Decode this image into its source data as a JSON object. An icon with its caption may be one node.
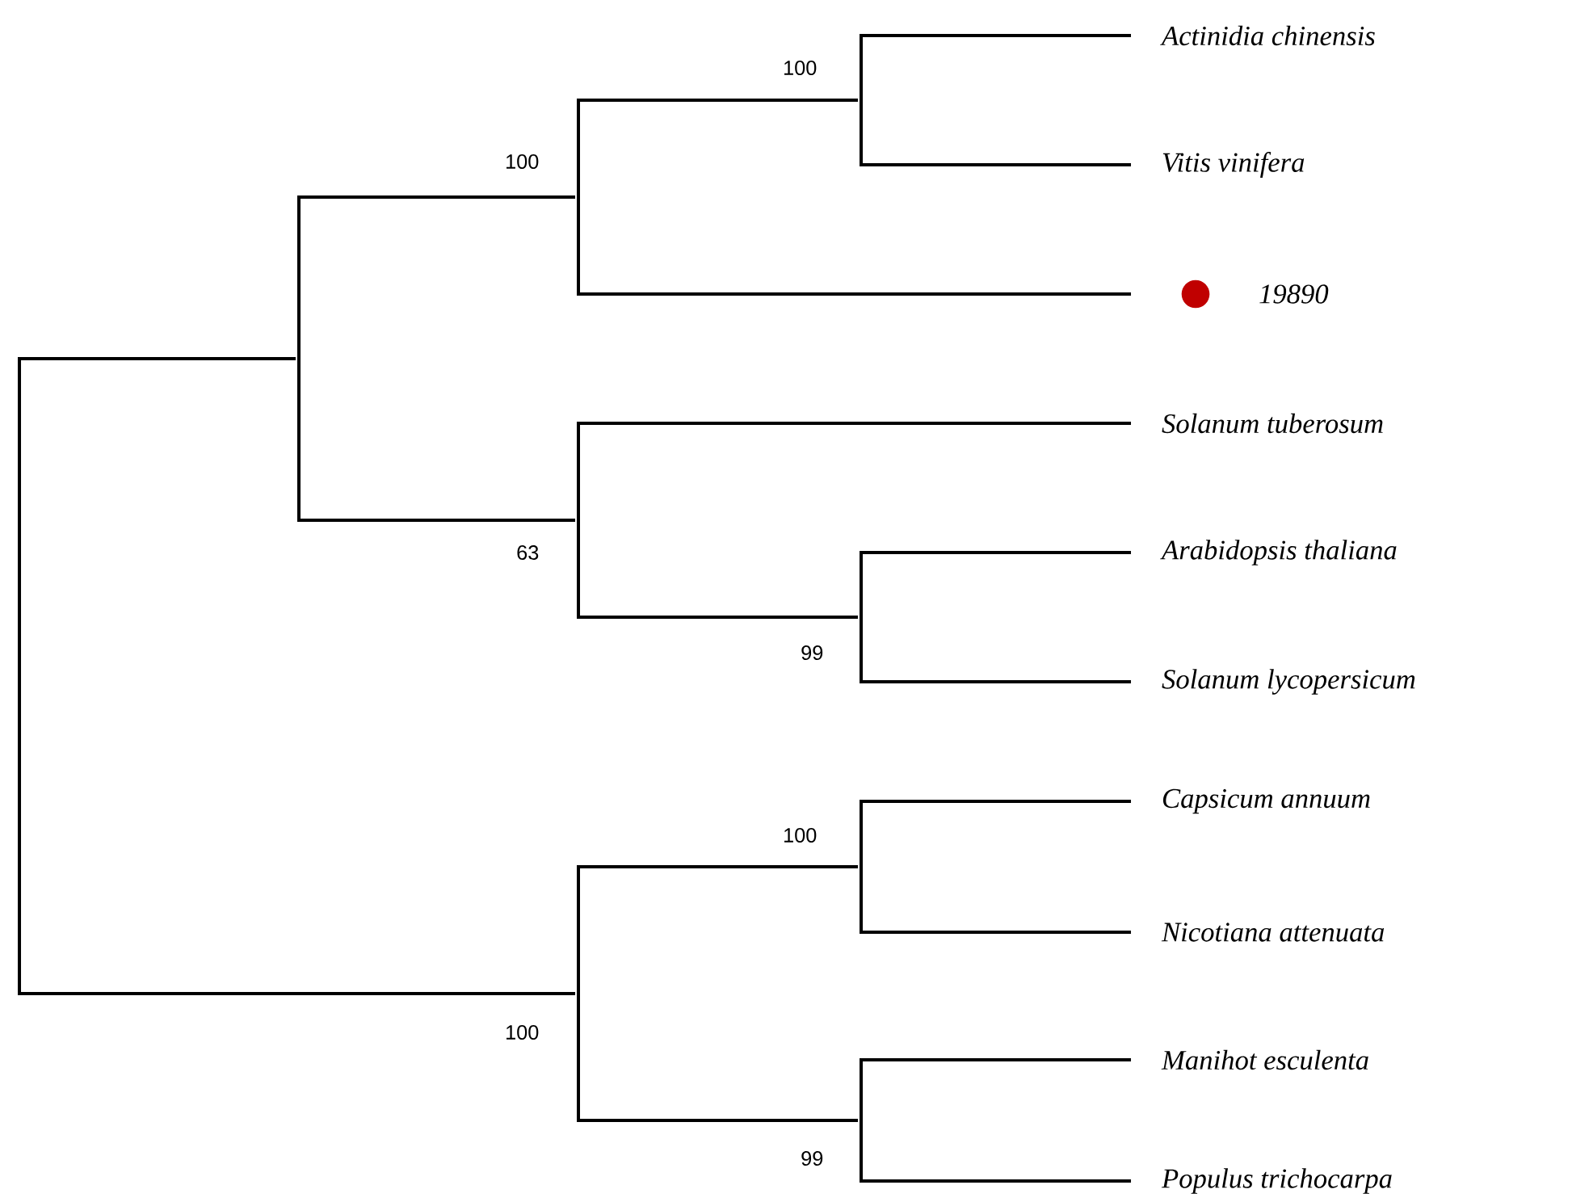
{
  "diagram": {
    "nodes": [
      {
        "text": [
          "Actinidia chinensis"
        ]
      },
      {
        "text": [
          "Vitis vinifera"
        ]
      },
      {
        "text": [
          "19890"
        ]
      },
      {
        "text": [
          "Solanum tuberosum"
        ]
      },
      {
        "text": [
          "Arabidopsis thaliana"
        ]
      },
      {
        "text": [
          "Solanum lycopersicum"
        ]
      },
      {
        "text": [
          "Capsicum annuum"
        ]
      },
      {
        "text": [
          "Nicotiana attenuata"
        ]
      },
      {
        "text": [
          "Manihot esculenta"
        ]
      },
      {
        "text": [
          "Populus trichocarpa"
        ]
      },
      {
        "text": [],
        "shape": "bar"
      },
      {
        "text": [],
        "shape": "bar"
      },
      {
        "text": [],
        "shape": "bar",
        "beside": [
          "100"
        ]
      },
      {
        "text": [],
        "shape": "bar",
        "beside": [
          "100"
        ]
      },
      {
        "text": [],
        "shape": "bar",
        "beside": [
          "63"
        ]
      },
      {
        "text": [],
        "shape": "bar",
        "beside": [
          "99"
        ]
      },
      {
        "text": [],
        "shape": "bar",
        "beside": [
          "100"
        ]
      },
      {
        "text": [],
        "shape": "bar",
        "beside": [
          "100"
        ]
      },
      {
        "text": [],
        "shape": "bar",
        "beside": [
          "99"
        ]
      }
    ],
    "edges": [
      {
        "from": 10,
        "to": 11,
        "arrow": "none"
      },
      {
        "from": 10,
        "to": 16,
        "arrow": "none"
      },
      {
        "from": 11,
        "to": 12,
        "arrow": "none"
      },
      {
        "from": 11,
        "to": 14,
        "arrow": "none"
      },
      {
        "from": 12,
        "to": 13,
        "arrow": "none"
      },
      {
        "from": 12,
        "to": 2,
        "arrow": "none"
      },
      {
        "from": 13,
        "to": 0,
        "arrow": "none"
      },
      {
        "from": 13,
        "to": 1,
        "arrow": "none"
      },
      {
        "from": 14,
        "to": 3,
        "arrow": "none"
      },
      {
        "from": 14,
        "to": 15,
        "arrow": "none"
      },
      {
        "from": 15,
        "to": 4,
        "arrow": "none"
      },
      {
        "from": 15,
        "to": 5,
        "arrow": "none"
      },
      {
        "from": 16,
        "to": 17,
        "arrow": "none"
      },
      {
        "from": 16,
        "to": 18,
        "arrow": "none"
      },
      {
        "from": 17,
        "to": 6,
        "arrow": "none"
      },
      {
        "from": 17,
        "to": 7,
        "arrow": "none"
      },
      {
        "from": 18,
        "to": 8,
        "arrow": "none"
      },
      {
        "from": 18,
        "to": 9,
        "arrow": "none"
      }
    ]
  }
}
